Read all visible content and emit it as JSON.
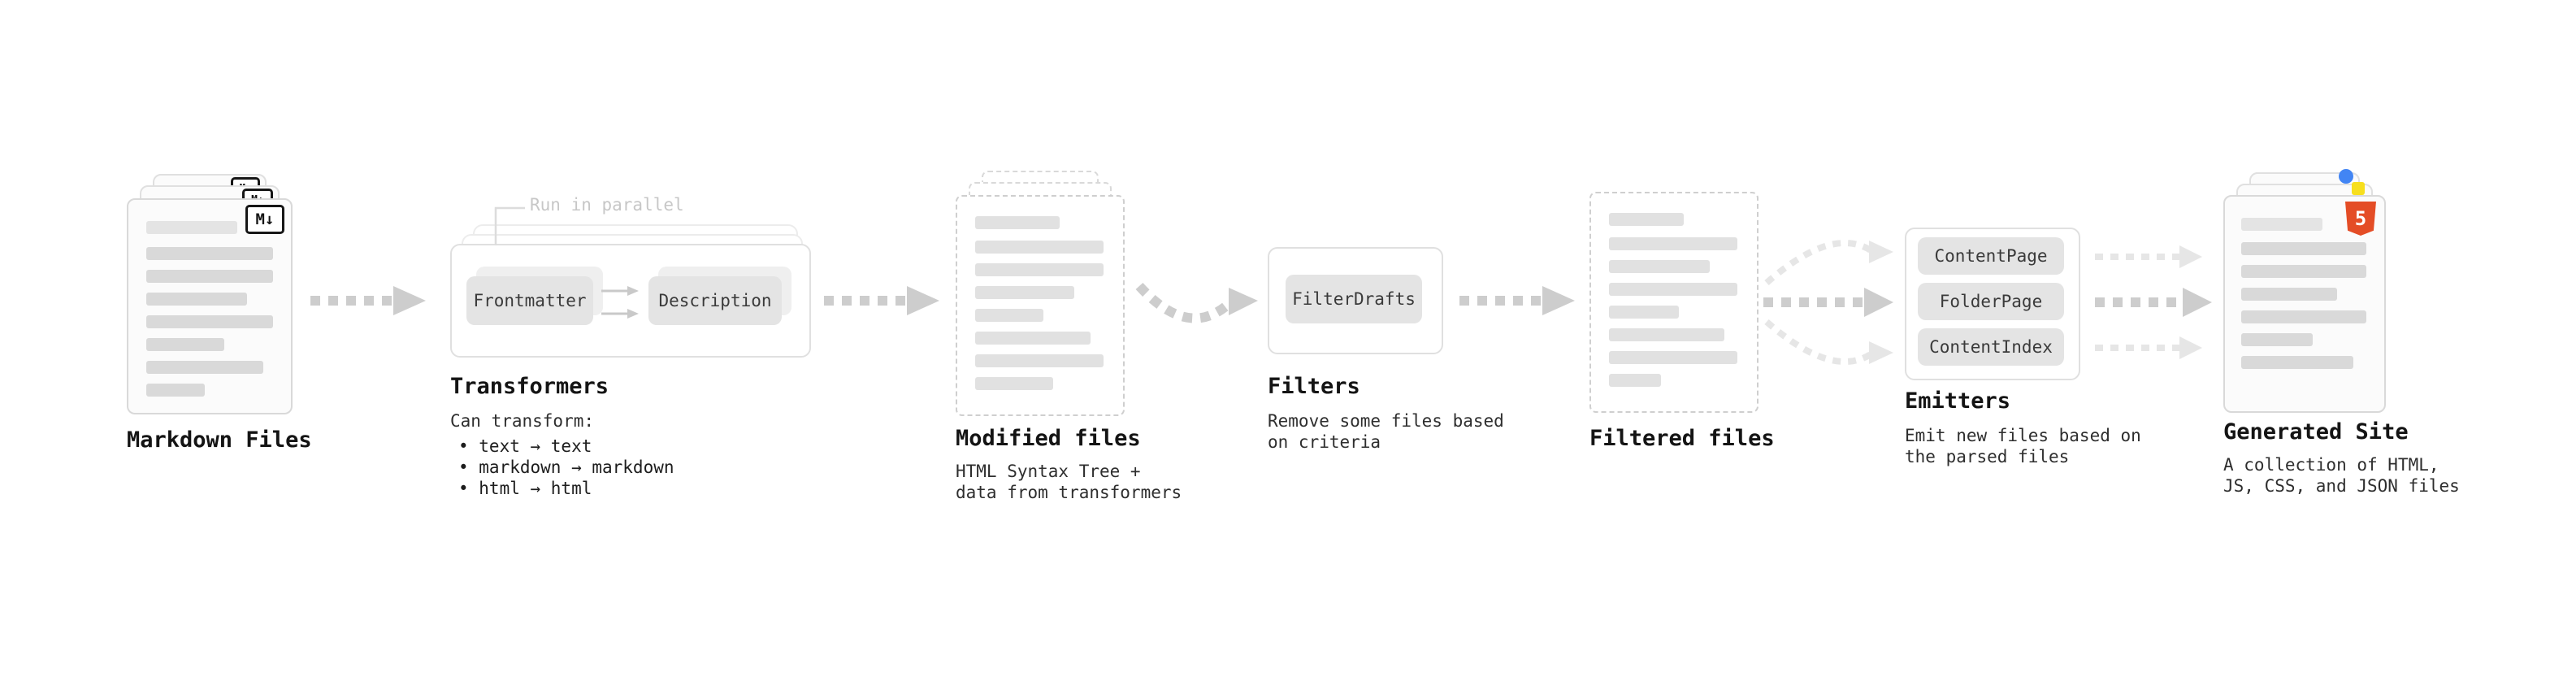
{
  "colors": {
    "arrow": "#cdcdcd",
    "arrow_light": "#e6e6e6",
    "card_border": "#d9d9d9",
    "bar": "#d9d9d9",
    "button_bg": "#e4e4e4",
    "html5_orange": "#e44d26",
    "js_yellow": "#f7df1e",
    "css_blue": "#4285f4"
  },
  "nodes": {
    "markdown_files": {
      "label": "Markdown Files",
      "badge": "M↓"
    },
    "transformers": {
      "label": "Transformers",
      "annotation": "Run in parallel",
      "buttons": [
        "Frontmatter",
        "Description"
      ],
      "caption": "Can transform:",
      "bullets": [
        "• text → text",
        "• markdown → markdown",
        "• html → html"
      ]
    },
    "modified_files": {
      "label": "Modified files",
      "caption_lines": [
        "HTML Syntax Tree +",
        "data from transformers"
      ]
    },
    "filters": {
      "label": "Filters",
      "buttons": [
        "FilterDrafts"
      ],
      "caption_lines": [
        "Remove some files based",
        "on criteria"
      ]
    },
    "filtered_files": {
      "label": "Filtered files"
    },
    "emitters": {
      "label": "Emitters",
      "buttons": [
        "ContentPage",
        "FolderPage",
        "ContentIndex"
      ],
      "caption_lines": [
        "Emit new files based on",
        "the parsed files"
      ]
    },
    "generated_site": {
      "label": "Generated Site",
      "badge": "5",
      "caption_lines": [
        "A collection of HTML,",
        "JS, CSS, and JSON files"
      ]
    }
  }
}
